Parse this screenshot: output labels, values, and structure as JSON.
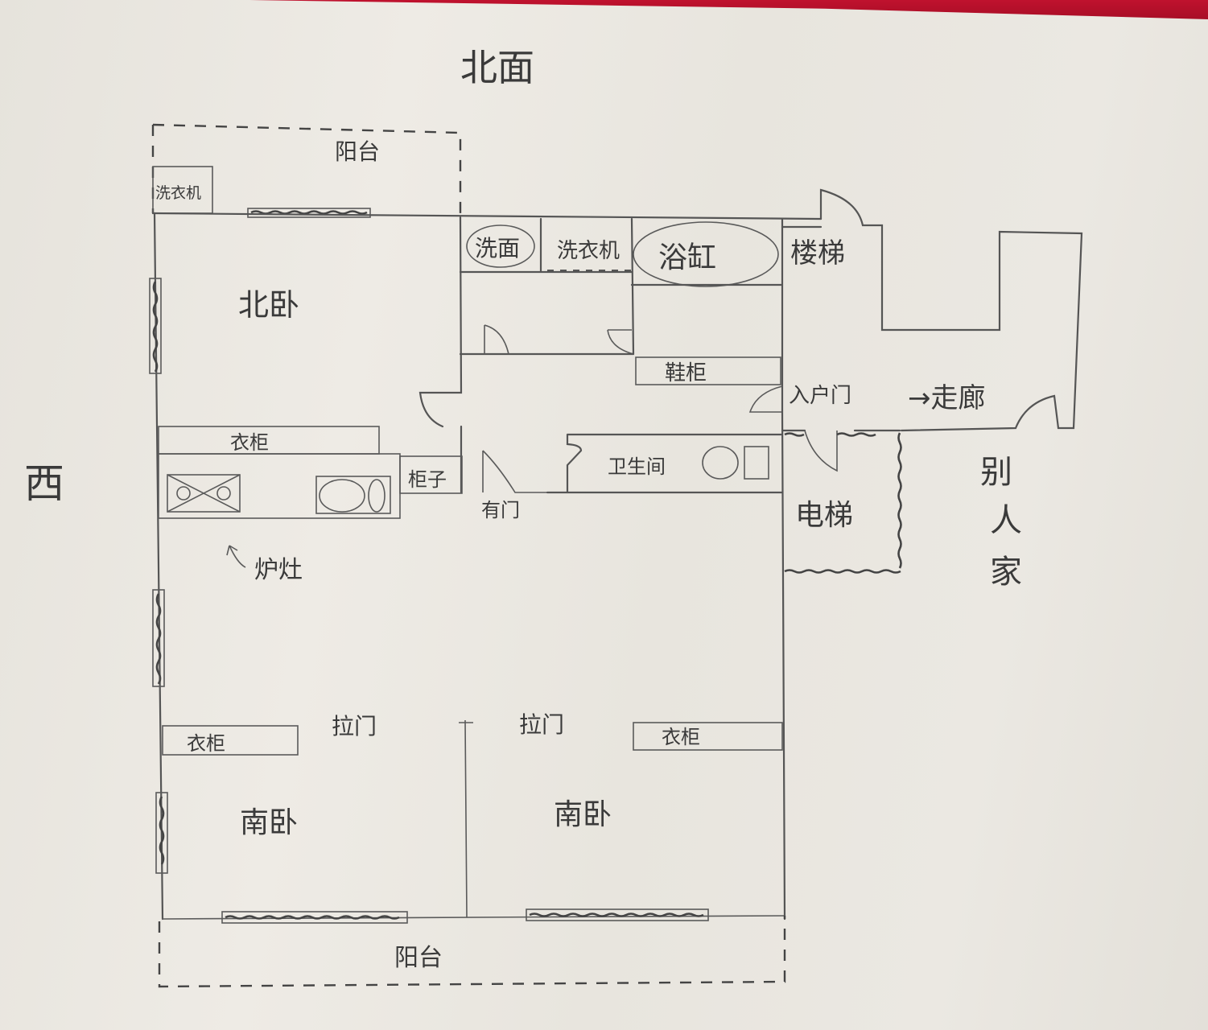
{
  "colors": {
    "ink": "#3a3a3a",
    "paper": "#ebe8e2",
    "strip": "#b5102a"
  },
  "compass": {
    "north": "北面",
    "west": "西"
  },
  "rooms": {
    "north_balcony": "阳台",
    "north_washer": "洗衣机",
    "north_bedroom": "北卧",
    "wash_basin": "洗面",
    "washer": "洗衣机",
    "bathtub": "浴缸",
    "stairs": "楼梯",
    "shoe_cabinet": "鞋柜",
    "entry_door": "入户门",
    "corridor": "→走廊",
    "wardrobe_north": "衣柜",
    "cabinet": "柜子",
    "stove": "炉灶",
    "has_door": "有门",
    "toilet_room": "卫生间",
    "elevator": "电梯",
    "neighbor": [
      "别",
      "人",
      "家"
    ],
    "sliding_door_1": "拉门",
    "sliding_door_2": "拉门",
    "wardrobe_sw": "衣柜",
    "wardrobe_se": "衣柜",
    "south_bedroom_1": "南卧",
    "south_bedroom_2": "南卧",
    "south_balcony": "阳台"
  }
}
